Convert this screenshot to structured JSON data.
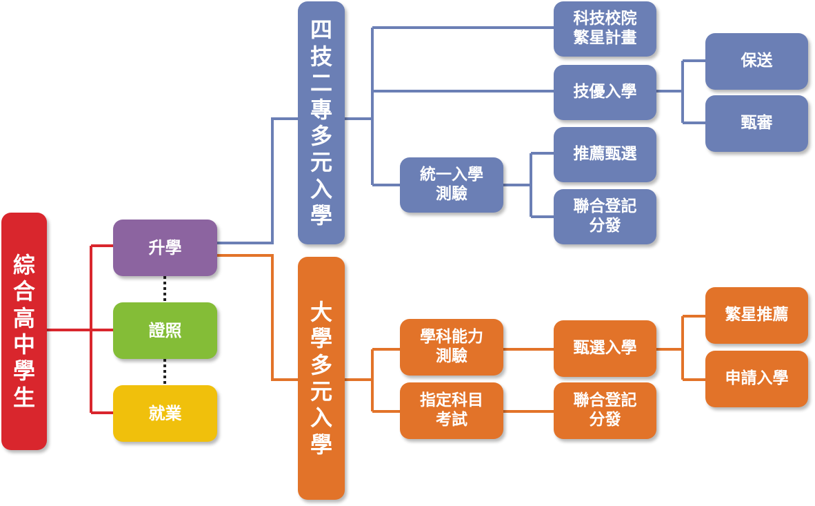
{
  "root": "綜合高中學生",
  "paths": {
    "further_study": "升學",
    "license": "證照",
    "employment": "就業"
  },
  "tech": {
    "title": "四技二專多元入學",
    "star_plan": "科技校院繁星計畫",
    "skill_excellence": "技優入學",
    "guaranteed": "保送",
    "screening": "甄審",
    "unified_exam": "統一入學測驗",
    "recommend_select": "推薦甄選",
    "joint_distribution": "聯合登記分發"
  },
  "university": {
    "title": "大學多元入學",
    "gsat": "學科能力測驗",
    "ast": "指定科目考試",
    "selection": "甄選入學",
    "joint_distribution": "聯合登記分發",
    "star_recommend": "繁星推薦",
    "application": "申請入學"
  },
  "colors": {
    "red": "#d9262d",
    "purple": "#8c64a0",
    "green": "#84bd37",
    "yellow": "#f0c00c",
    "blue": "#6b7fb5",
    "orange": "#e27329"
  }
}
